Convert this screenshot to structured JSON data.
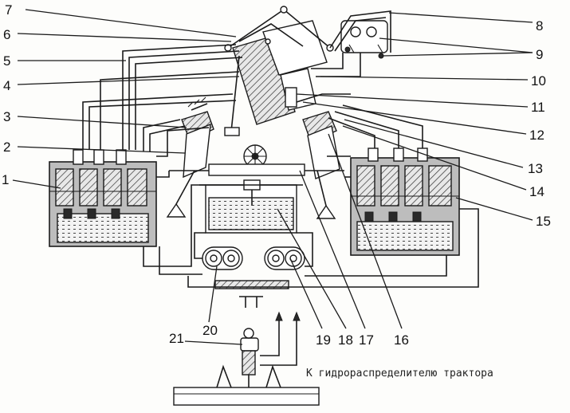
{
  "labels": {
    "l1": "1",
    "l2": "2",
    "l3": "3",
    "l4": "4",
    "l5": "5",
    "l6": "6",
    "l7": "7",
    "l8": "8",
    "l9": "9",
    "l10": "10",
    "l11": "11",
    "l12": "12",
    "l13": "13",
    "l14": "14",
    "l15": "15",
    "l16": "16",
    "l17": "17",
    "l18": "18",
    "l19": "19",
    "l20": "20",
    "l21": "21"
  },
  "caption": "К гидрораспределителю трактора"
}
